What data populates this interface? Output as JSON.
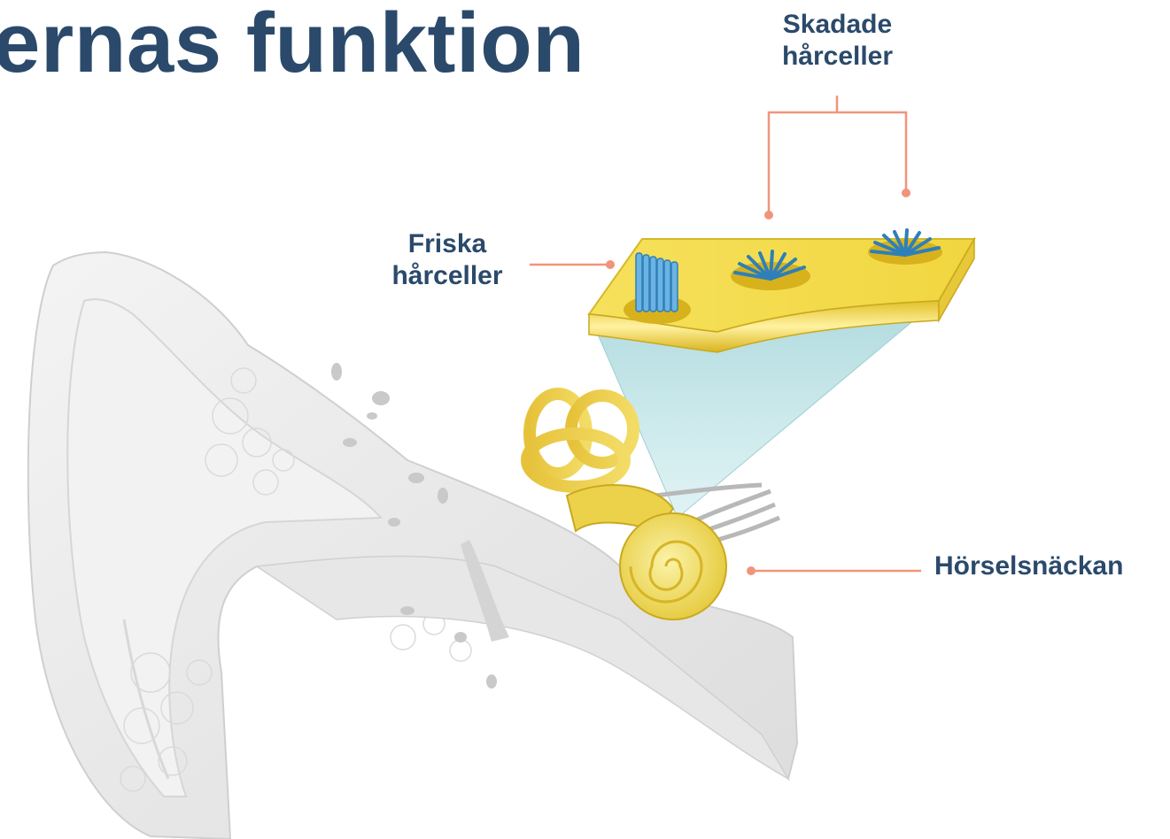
{
  "title": "ernas funktion",
  "labels": {
    "damaged_hair_cells": [
      "Skadade",
      "hårceller"
    ],
    "healthy_hair_cells": [
      "Friska",
      "hårceller"
    ],
    "cochlea": "Hörselsnäckan"
  },
  "colors": {
    "title": "#2b4a6b",
    "leader_lines": "#f0957a",
    "membrane": "#f3d84a",
    "hair_cells": "#5aa3d6",
    "projection": "#bfe4e6",
    "ear": "#ececec"
  }
}
